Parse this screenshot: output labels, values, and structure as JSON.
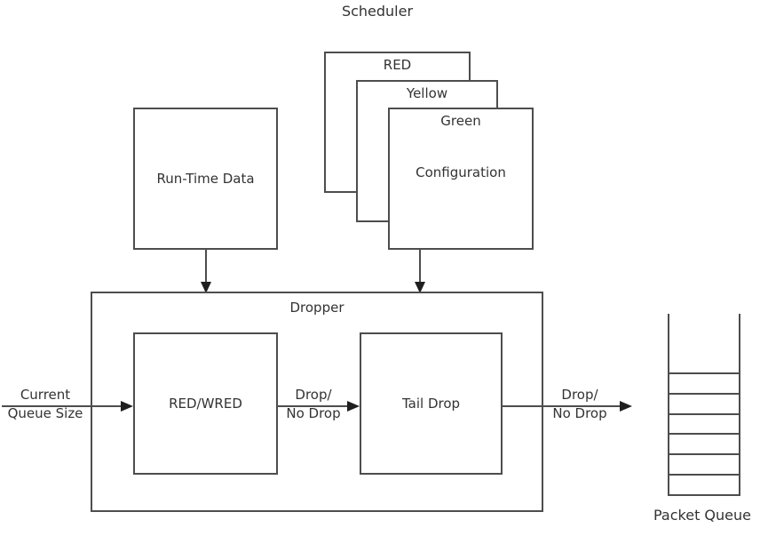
{
  "title": "Scheduler",
  "stack": {
    "red": "RED",
    "yellow": "Yellow",
    "green": "Green",
    "configuration": "Configuration"
  },
  "boxes": {
    "runtime": "Run-Time Data",
    "dropper": "Dropper",
    "red_wred": "RED/WRED",
    "tail_drop": "Tail Drop"
  },
  "labels": {
    "input": {
      "line1": "Current",
      "line2": "Queue Size"
    },
    "between": {
      "line1": "Drop/",
      "line2": "No Drop"
    },
    "output": {
      "line1": "Drop/",
      "line2": "No Drop"
    },
    "packet_queue": "Packet Queue"
  },
  "packet_queue": {
    "cells": 6
  },
  "colors": {
    "line": "#4d4d4d",
    "arrowhead": "#1f1f1f",
    "text": "#333333",
    "background": "#ffffff"
  }
}
